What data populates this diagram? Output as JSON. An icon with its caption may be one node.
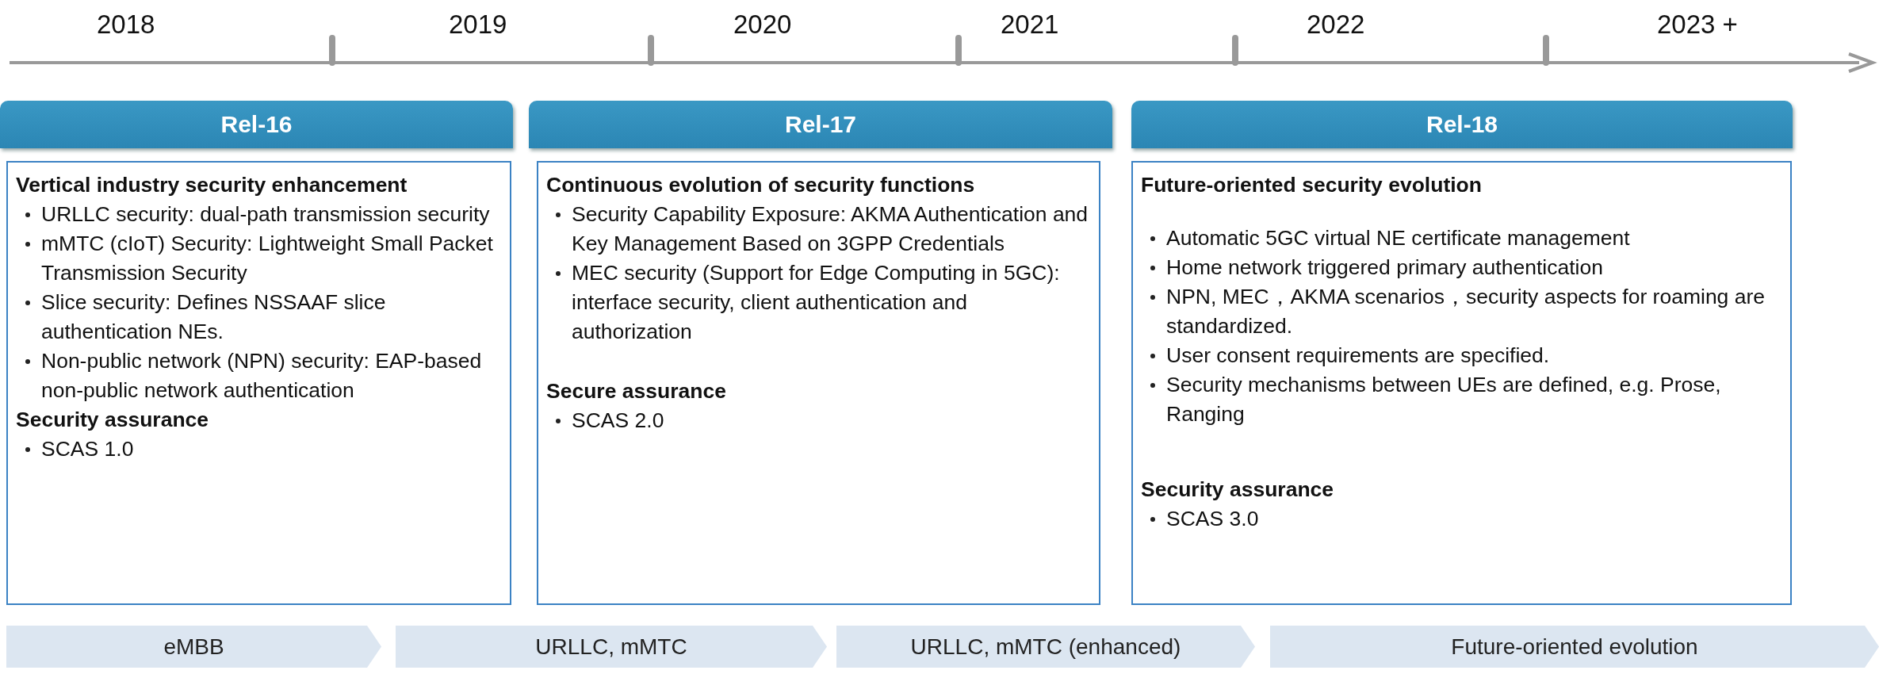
{
  "diagram": {
    "nodes": [
      {
        "text": [
          "Rel-16"
        ]
      },
      {
        "text": [
          "Vertical industry security enhancement",
          "URLLC security: dual-path transmission security",
          "mMTC (cIoT) Security: Lightweight Small Packet Transmission Security",
          "Slice security: Defines NSSAAF slice authentication NEs.",
          "Non-public network (NPN) security: EAP-based non-public network authentication",
          "Security assurance",
          "SCAS 1.0"
        ]
      },
      {
        "text": [
          "Rel-17"
        ]
      },
      {
        "text": [
          "Continuous evolution of security functions",
          "Security Capability Exposure: AKMA Authentication and Key Management Based on 3GPP Credentials",
          "MEC security (Support for Edge Computing in 5GC): interface security, client authentication and authorization",
          "Secure assurance",
          "SCAS 2.0"
        ]
      },
      {
        "text": [
          "Rel-18"
        ]
      },
      {
        "text": [
          "Future-oriented security evolution",
          "Automatic 5GC virtual NE certificate management",
          "Home network triggered primary authentication",
          "NPN, MEC，AKMA scenarios，security aspects for roaming are standardized.",
          "User consent requirements are specified.",
          "Security mechanisms between UEs are defined, e.g. Prose, Ranging",
          "Security assurance",
          "SCAS 3.0"
        ]
      },
      {
        "text": [
          "eMBB"
        ]
      },
      {
        "text": [
          "URLLC, mMTC"
        ]
      },
      {
        "text": [
          "URLLC, mMTC (enhanced)"
        ]
      },
      {
        "text": [
          "Future-oriented evolution"
        ]
      }
    ],
    "labels": [
      "2018",
      "2019",
      "2020",
      "2021",
      "2022",
      "2023 +"
    ]
  }
}
